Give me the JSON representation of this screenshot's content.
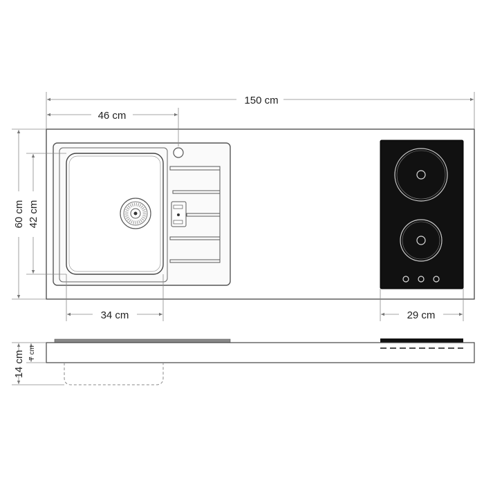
{
  "dimensions": {
    "total_width": "150 cm",
    "sink_unit_width": "46 cm",
    "depth": "60 cm",
    "bowl_depth": "42 cm",
    "bowl_width": "34 cm",
    "hob_width": "29 cm",
    "total_height": "14 cm",
    "top_thickness": "7 cm"
  },
  "colors": {
    "line": "#333333",
    "dim_line": "#888888",
    "hob": "#111111",
    "hob_ring": "#cccccc",
    "counter": "#ffffff"
  }
}
